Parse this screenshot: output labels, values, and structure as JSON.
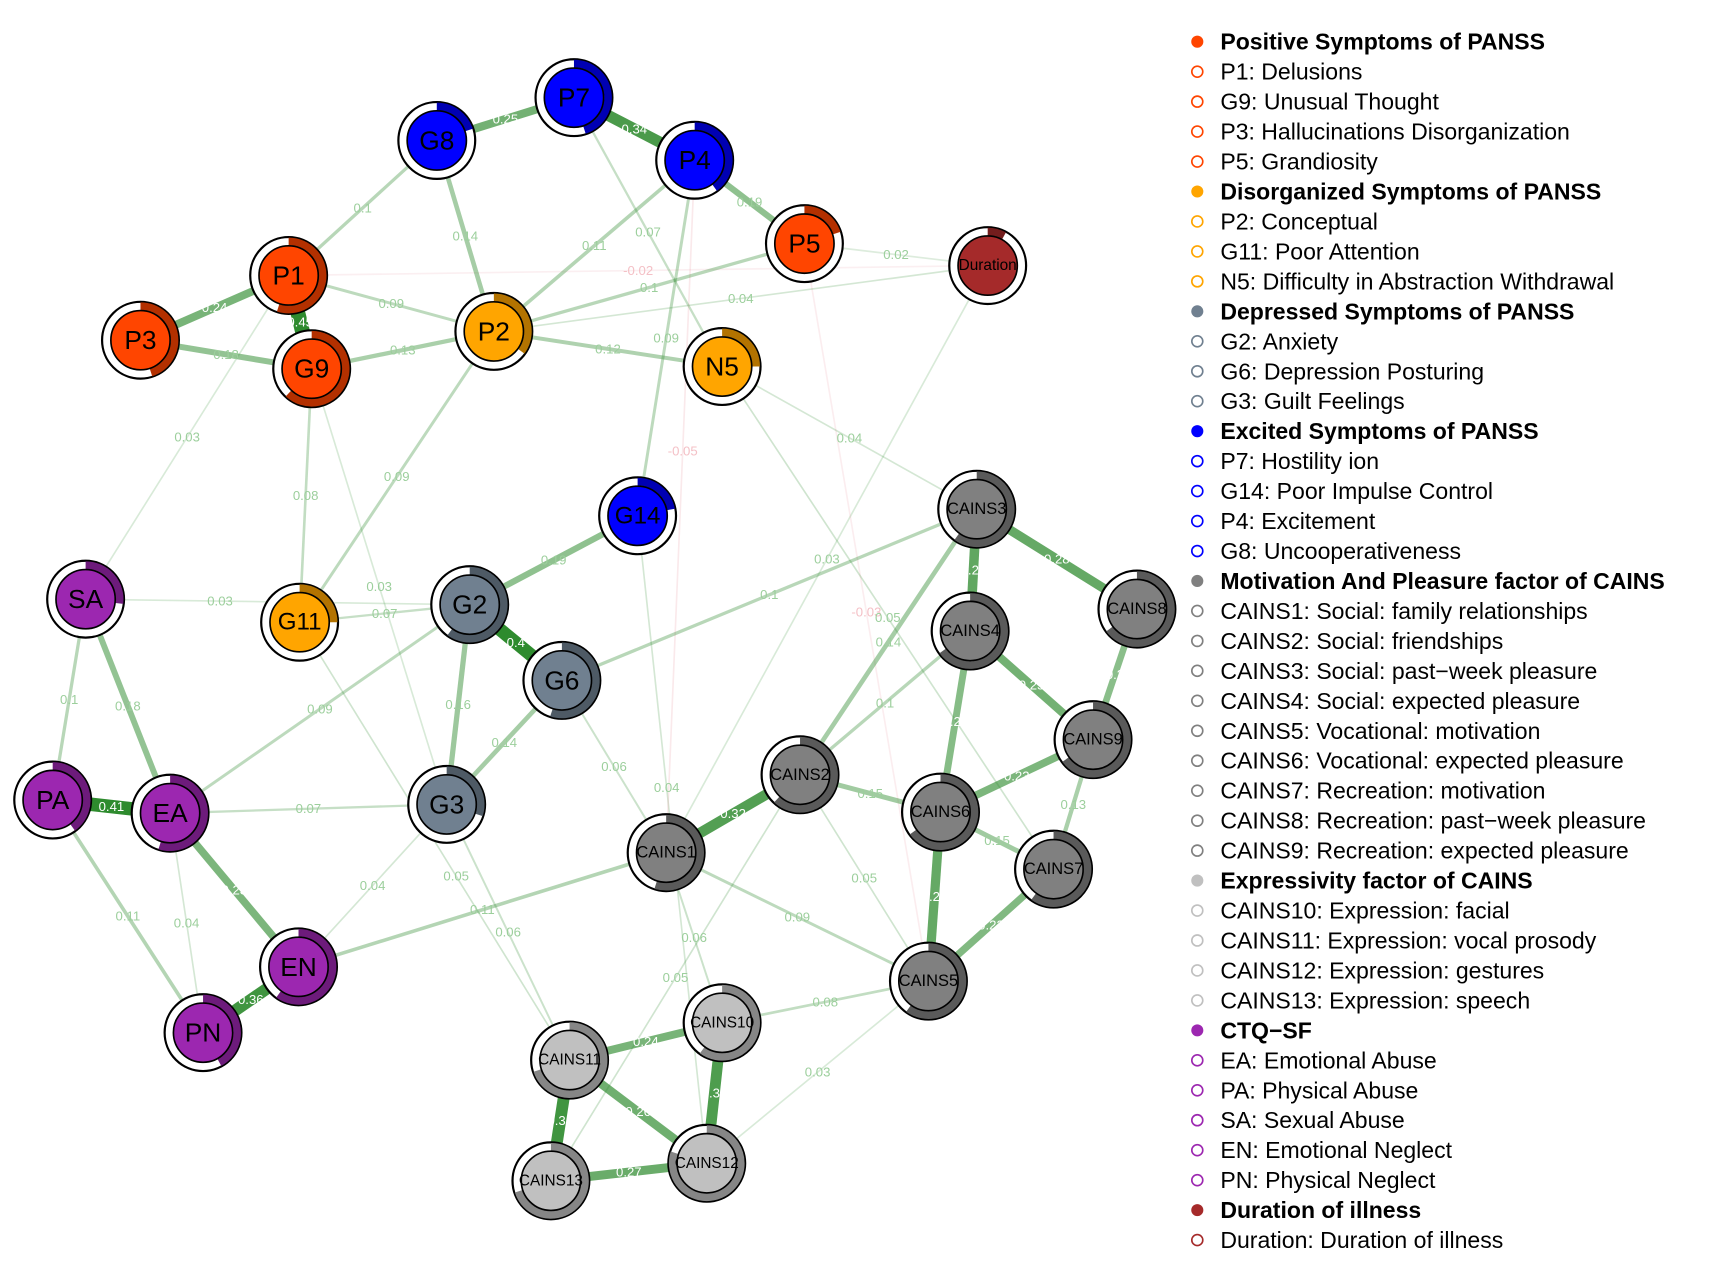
{
  "colors": {
    "positive_edge": "#2E8B2E",
    "negative_edge": "#E8A0A8",
    "edge_label": "#9ccf9c"
  },
  "groups": [
    {
      "key": "pos",
      "title": "Positive Symptoms of PANSS",
      "color": "#FF4500",
      "items": [
        "P1: Delusions",
        "G9: Unusual Thought",
        "P3: Hallucinations Disorganization",
        "P5: Grandiosity"
      ]
    },
    {
      "key": "dis",
      "title": "Disorganized Symptoms of PANSS",
      "color": "#FFA500",
      "items": [
        "P2: Conceptual",
        "G11: Poor Attention",
        "N5: Difficulty in Abstraction Withdrawal"
      ]
    },
    {
      "key": "dep",
      "title": "Depressed Symptoms of PANSS",
      "color": "#708090",
      "items": [
        "G2: Anxiety",
        "G6: Depression Posturing",
        "G3: Guilt Feelings"
      ]
    },
    {
      "key": "exc",
      "title": "Excited Symptoms of PANSS",
      "color": "#0000FF",
      "items": [
        "P7: Hostility ion",
        "G14: Poor Impulse Control",
        "P4: Excitement",
        "G8: Uncooperativeness"
      ]
    },
    {
      "key": "map",
      "title": "Motivation And Pleasure factor of CAINS",
      "color": "#808080",
      "items": [
        "CAINS1: Social: family relationships",
        "CAINS2: Social: friendships",
        "CAINS3: Social: past−week pleasure",
        "CAINS4: Social: expected pleasure",
        "CAINS5: Vocational: motivation",
        "CAINS6: Vocational: expected pleasure",
        "CAINS7: Recreation: motivation",
        "CAINS8: Recreation: past−week pleasure",
        "CAINS9: Recreation: expected pleasure"
      ]
    },
    {
      "key": "exp",
      "title": "Expressivity factor of CAINS",
      "color": "#C0C0C0",
      "items": [
        "CAINS10: Expression: facial",
        "CAINS11: Expression: vocal prosody",
        "CAINS12: Expression: gestures",
        "CAINS13: Expression: speech"
      ]
    },
    {
      "key": "ctq",
      "title": "CTQ−SF",
      "color": "#9C27B0",
      "items": [
        "EA: Emotional Abuse",
        "PA: Physical Abuse",
        "SA: Sexual Abuse",
        "EN: Emotional Neglect",
        "PN: Physical Neglect"
      ]
    },
    {
      "key": "dur",
      "title": "Duration of illness",
      "color": "#A52A2A",
      "items": [
        "Duration: Duration of illness"
      ]
    }
  ],
  "nodes": [
    {
      "id": "P7",
      "group": "exc",
      "pie": 0.45
    },
    {
      "id": "G8",
      "group": "exc",
      "pie": 0.2
    },
    {
      "id": "P4",
      "group": "exc",
      "pie": 0.4
    },
    {
      "id": "P5",
      "group": "pos",
      "pie": 0.2
    },
    {
      "id": "Duration",
      "group": "dur",
      "pie": 0.08
    },
    {
      "id": "P1",
      "group": "pos",
      "pie": 0.55
    },
    {
      "id": "P3",
      "group": "pos",
      "pie": 0.45
    },
    {
      "id": "G9",
      "group": "pos",
      "pie": 0.62
    },
    {
      "id": "P2",
      "group": "dis",
      "pie": 0.35
    },
    {
      "id": "N5",
      "group": "dis",
      "pie": 0.25
    },
    {
      "id": "G14",
      "group": "exc",
      "pie": 0.22
    },
    {
      "id": "SA",
      "group": "ctq",
      "pie": 0.27
    },
    {
      "id": "G11",
      "group": "dis",
      "pie": 0.25
    },
    {
      "id": "G2",
      "group": "dep",
      "pie": 0.6
    },
    {
      "id": "G6",
      "group": "dep",
      "pie": 0.55
    },
    {
      "id": "G3",
      "group": "dep",
      "pie": 0.3
    },
    {
      "id": "PA",
      "group": "ctq",
      "pie": 0.4
    },
    {
      "id": "EA",
      "group": "ctq",
      "pie": 0.55
    },
    {
      "id": "EN",
      "group": "ctq",
      "pie": 0.6
    },
    {
      "id": "PN",
      "group": "ctq",
      "pie": 0.42
    },
    {
      "id": "CAINS3",
      "group": "map",
      "pie": 0.6
    },
    {
      "id": "CAINS8",
      "group": "map",
      "pie": 0.65
    },
    {
      "id": "CAINS4",
      "group": "map",
      "pie": 0.65
    },
    {
      "id": "CAINS9",
      "group": "map",
      "pie": 0.65
    },
    {
      "id": "CAINS2",
      "group": "map",
      "pie": 0.62
    },
    {
      "id": "CAINS6",
      "group": "map",
      "pie": 0.65
    },
    {
      "id": "CAINS7",
      "group": "map",
      "pie": 0.6
    },
    {
      "id": "CAINS1",
      "group": "map",
      "pie": 0.55
    },
    {
      "id": "CAINS5",
      "group": "map",
      "pie": 0.6
    },
    {
      "id": "CAINS10",
      "group": "exp",
      "pie": 0.6
    },
    {
      "id": "CAINS11",
      "group": "exp",
      "pie": 0.7
    },
    {
      "id": "CAINS12",
      "group": "exp",
      "pie": 0.8
    },
    {
      "id": "CAINS13",
      "group": "exp",
      "pie": 0.7
    }
  ],
  "edges": [
    [
      "G8",
      "P7",
      0.25
    ],
    [
      "P7",
      "P4",
      0.34
    ],
    [
      "P4",
      "P5",
      0.19
    ],
    [
      "P1",
      "P3",
      0.24
    ],
    [
      "P1",
      "G9",
      0.45
    ],
    [
      "P3",
      "G9",
      0.18
    ],
    [
      "G9",
      "P2",
      0.13
    ],
    [
      "P1",
      "P2",
      0.09
    ],
    [
      "G8",
      "P2",
      0.14
    ],
    [
      "P2",
      "N5",
      0.12
    ],
    [
      "P5",
      "P2",
      0.1
    ],
    [
      "G14",
      "G2",
      0.19
    ],
    [
      "G2",
      "G6",
      0.4
    ],
    [
      "G2",
      "G3",
      0.16
    ],
    [
      "G6",
      "G3",
      0.14
    ],
    [
      "G11",
      "G2",
      0.07
    ],
    [
      "G11",
      "P2",
      0.09
    ],
    [
      "G11",
      "G9",
      0.08
    ],
    [
      "SA",
      "PA",
      0.1
    ],
    [
      "SA",
      "EA",
      0.18
    ],
    [
      "PA",
      "EA",
      0.41
    ],
    [
      "EA",
      "EN",
      0.23
    ],
    [
      "EN",
      "PN",
      0.36
    ],
    [
      "PA",
      "PN",
      0.11
    ],
    [
      "PN",
      "EA",
      0.04
    ],
    [
      "EA",
      "G3",
      0.07
    ],
    [
      "EA",
      "G2",
      0.09
    ],
    [
      "EN",
      "CAINS1",
      0.11
    ],
    [
      "CAINS1",
      "CAINS2",
      0.32
    ],
    [
      "CAINS3",
      "CAINS4",
      0.29
    ],
    [
      "CAINS3",
      "CAINS8",
      0.28
    ],
    [
      "CAINS4",
      "CAINS9",
      0.25
    ],
    [
      "CAINS8",
      "CAINS9",
      0.2
    ],
    [
      "CAINS4",
      "CAINS6",
      0.21
    ],
    [
      "CAINS6",
      "CAINS9",
      0.23
    ],
    [
      "CAINS9",
      "CAINS7",
      0.13
    ],
    [
      "CAINS6",
      "CAINS5",
      0.28
    ],
    [
      "CAINS5",
      "CAINS7",
      0.22
    ],
    [
      "CAINS2",
      "CAINS6",
      0.15
    ],
    [
      "CAINS6",
      "CAINS7",
      0.15
    ],
    [
      "CAINS3",
      "CAINS2",
      0.14
    ],
    [
      "CAINS2",
      "CAINS4",
      0.1
    ],
    [
      "CAINS11",
      "CAINS10",
      0.24
    ],
    [
      "CAINS10",
      "CAINS12",
      0.33
    ],
    [
      "CAINS11",
      "CAINS13",
      0.36
    ],
    [
      "CAINS11",
      "CAINS12",
      0.26
    ],
    [
      "CAINS13",
      "CAINS12",
      0.27
    ],
    [
      "CAINS10",
      "CAINS5",
      0.08
    ],
    [
      "G6",
      "CAINS3",
      0.1
    ],
    [
      "P4",
      "G14",
      0.09
    ],
    [
      "P4",
      "P2",
      0.11
    ],
    [
      "P7",
      "N5",
      0.07
    ],
    [
      "G8",
      "P1",
      0.1
    ],
    [
      "P5",
      "Duration",
      0.02
    ],
    [
      "P2",
      "Duration",
      0.04
    ],
    [
      "P4",
      "CAINS1",
      -0.05
    ],
    [
      "P1",
      "Duration",
      -0.02
    ],
    [
      "N5",
      "CAINS3",
      0.04
    ],
    [
      "G3",
      "CAINS11",
      0.06
    ],
    [
      "EN",
      "G3",
      0.04
    ],
    [
      "G11",
      "CAINS11",
      0.05
    ],
    [
      "G6",
      "CAINS1",
      0.06
    ],
    [
      "CAINS1",
      "CAINS5",
      0.09
    ],
    [
      "CAINS2",
      "CAINS5",
      0.05
    ],
    [
      "G14",
      "CAINS12",
      0.04
    ],
    [
      "Duration",
      "CAINS1",
      0.03
    ],
    [
      "G9",
      "G3",
      0.03
    ],
    [
      "SA",
      "P1",
      0.03
    ],
    [
      "SA",
      "G2",
      0.03
    ],
    [
      "N5",
      "CAINS7",
      0.05
    ],
    [
      "P5",
      "CAINS5",
      -0.03
    ],
    [
      "CAINS10",
      "CAINS1",
      0.06
    ],
    [
      "CAINS13",
      "CAINS2",
      0.05
    ],
    [
      "CAINS12",
      "CAINS5",
      0.03
    ]
  ]
}
